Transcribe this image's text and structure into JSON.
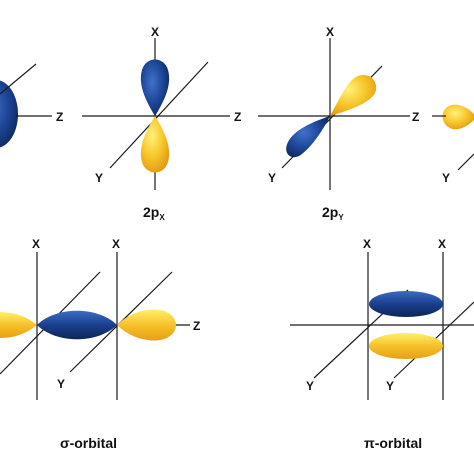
{
  "colors": {
    "blue": "#1b3f8f",
    "yellow": "#f2b51c"
  },
  "axis_labels": {
    "x": "X",
    "y": "Y",
    "z": "Z"
  },
  "captions": {
    "px_main": "2p",
    "px_sub": "X",
    "py_main": "2p",
    "py_sub": "Y",
    "sigma": "σ-orbital",
    "pi": "π-orbital"
  }
}
